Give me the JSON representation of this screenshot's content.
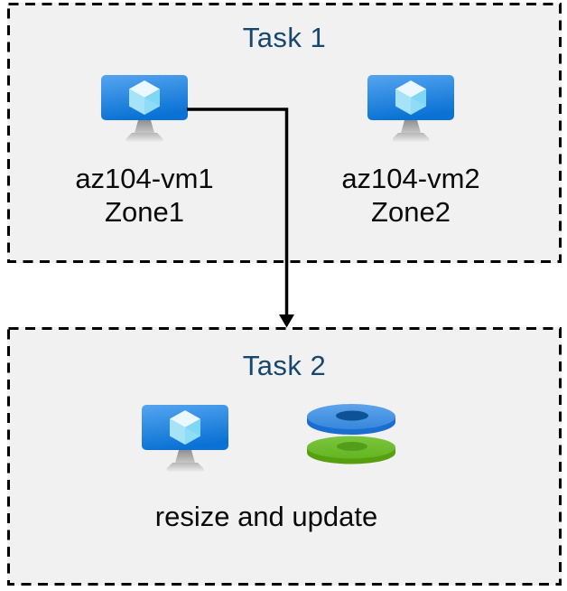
{
  "diagram": {
    "background": "#ffffff",
    "box_background": "#f1f1f2",
    "border_color": "#000000",
    "title_color": "#17466E",
    "label_color": "#0a0a0a"
  },
  "task1": {
    "title": "Task 1",
    "vms": [
      {
        "name": "az104-vm1",
        "zone": "Zone1",
        "icon": "virtual-machine-icon"
      },
      {
        "name": "az104-vm2",
        "zone": "Zone2",
        "icon": "virtual-machine-icon"
      }
    ]
  },
  "task2": {
    "title": "Task 2",
    "caption": "resize and update",
    "icons": [
      "virtual-machine-icon",
      "managed-disks-icon"
    ]
  },
  "connector": {
    "type": "elbow-arrow",
    "from": "az104-vm1",
    "to": "Task 2"
  },
  "icon_colors": {
    "monitor_screen_top": "#55A5F0",
    "monitor_screen_bottom": "#0A72D4",
    "cube_top": "#EBF9FE",
    "cube_left": "#A6E3F8",
    "cube_right": "#7FD7F5",
    "stand_gray": "#AFAFAF",
    "disk_blue_top": "#4592E3",
    "disk_blue_side": "#1A6ECF",
    "disk_blue_hole": "#0D5296",
    "disk_green_top": "#6DBE2D",
    "disk_green_side": "#56A00F",
    "disk_green_hole": "#529E1B"
  }
}
